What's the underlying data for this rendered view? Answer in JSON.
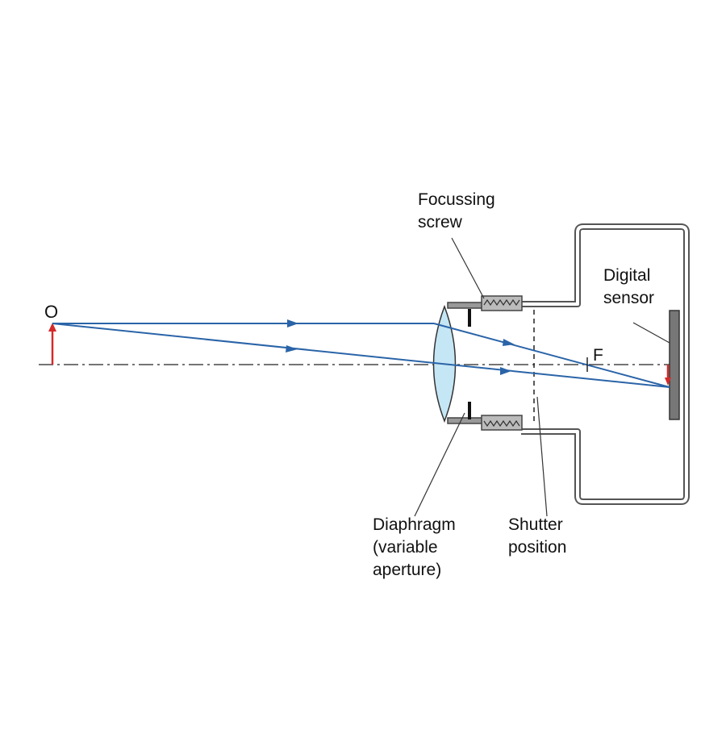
{
  "labels": {
    "object": "O",
    "focal_point": "F",
    "focussing_screw": [
      "Focussing",
      "screw"
    ],
    "digital_sensor": [
      "Digital",
      "sensor"
    ],
    "diaphragm": [
      "Diaphragm",
      "(variable",
      "aperture)"
    ],
    "shutter": [
      "Shutter",
      "position"
    ]
  },
  "colors": {
    "ray": "#2a64a8",
    "object_arrow": "#d42a2a",
    "lens_fill": "#c5e6f5",
    "body_outline": "#555555",
    "sensor_fill": "#777777",
    "axis": "#222222",
    "leader": "#333333"
  }
}
